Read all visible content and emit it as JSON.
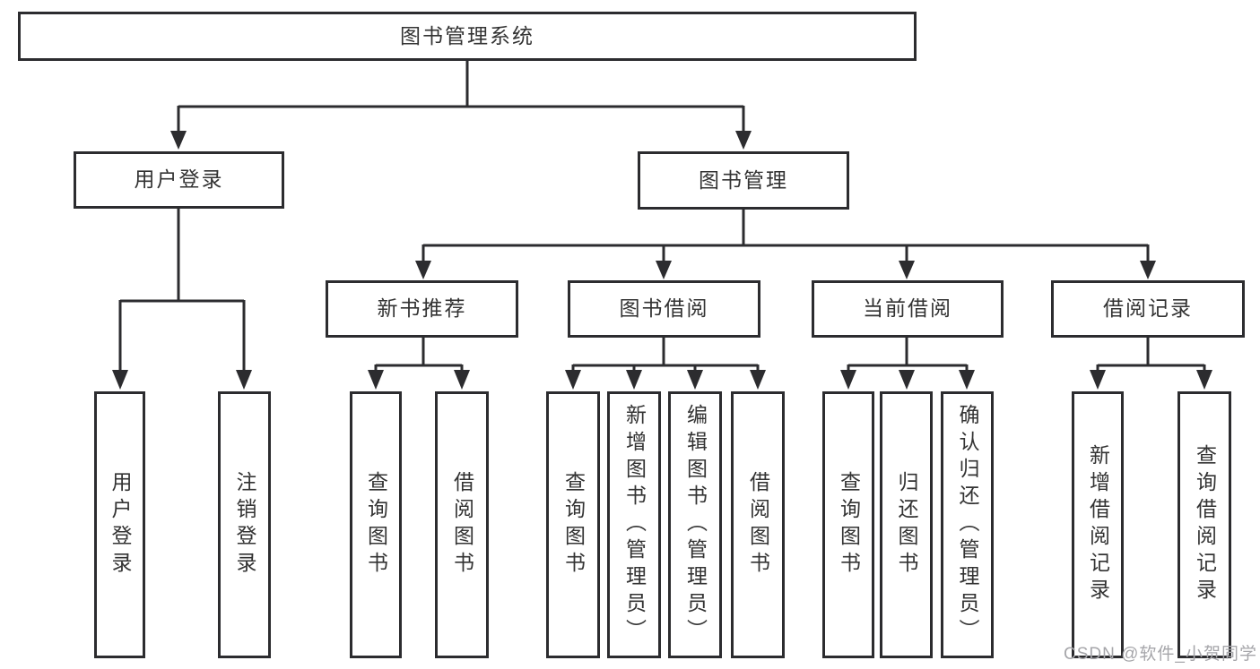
{
  "diagram": {
    "root": {
      "label": "图书管理系统"
    },
    "level2": [
      {
        "label": "用户登录"
      },
      {
        "label": "图书管理"
      }
    ],
    "level3": [
      {
        "label": "新书推荐",
        "parent": "图书管理"
      },
      {
        "label": "图书借阅",
        "parent": "图书管理"
      },
      {
        "label": "当前借阅",
        "parent": "图书管理"
      },
      {
        "label": "借阅记录",
        "parent": "图书管理"
      }
    ],
    "leaves": [
      {
        "label": "用户登录",
        "parent": "用户登录"
      },
      {
        "label": "注销登录",
        "parent": "用户登录"
      },
      {
        "label": "查询图书",
        "parent": "新书推荐"
      },
      {
        "label": "借阅图书",
        "parent": "新书推荐"
      },
      {
        "label": "查询图书",
        "parent": "图书借阅"
      },
      {
        "label": "新增图书（管理员）",
        "parent": "图书借阅"
      },
      {
        "label": "编辑图书（管理员）",
        "parent": "图书借阅"
      },
      {
        "label": "借阅图书",
        "parent": "图书借阅"
      },
      {
        "label": "查询图书",
        "parent": "当前借阅"
      },
      {
        "label": "归还图书",
        "parent": "当前借阅"
      },
      {
        "label": "确认归还（管理员）",
        "parent": "当前借阅"
      },
      {
        "label": "新增借阅记录",
        "parent": "借阅记录"
      },
      {
        "label": "查询借阅记录",
        "parent": "借阅记录"
      }
    ]
  },
  "watermark": {
    "text": "CSDN @软件_小贺同学"
  },
  "colors": {
    "line": "#2c2c2f",
    "text": "#333333",
    "watermark": "#a6a6aa",
    "background": "#ffffff"
  }
}
